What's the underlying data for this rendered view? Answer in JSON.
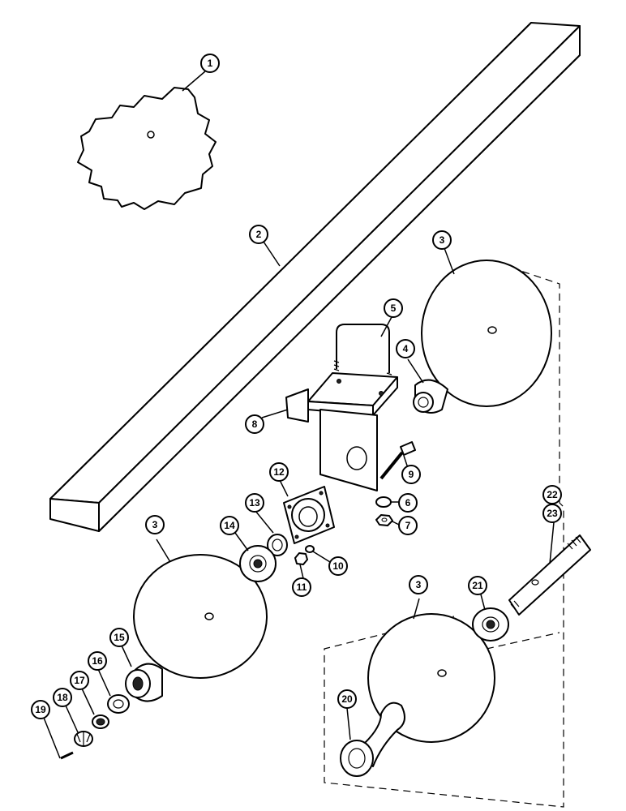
{
  "callouts": [
    {
      "id": "c1",
      "label": "1"
    },
    {
      "id": "c2",
      "label": "2"
    },
    {
      "id": "c3a",
      "label": "3"
    },
    {
      "id": "c3b",
      "label": "3"
    },
    {
      "id": "c3c",
      "label": "3"
    },
    {
      "id": "c4",
      "label": "4"
    },
    {
      "id": "c5",
      "label": "5"
    },
    {
      "id": "c6",
      "label": "6"
    },
    {
      "id": "c7",
      "label": "7"
    },
    {
      "id": "c8",
      "label": "8"
    },
    {
      "id": "c9",
      "label": "9"
    },
    {
      "id": "c10",
      "label": "10"
    },
    {
      "id": "c11",
      "label": "11"
    },
    {
      "id": "c12",
      "label": "12"
    },
    {
      "id": "c13",
      "label": "13"
    },
    {
      "id": "c14",
      "label": "14"
    },
    {
      "id": "c15",
      "label": "15"
    },
    {
      "id": "c16",
      "label": "16"
    },
    {
      "id": "c17",
      "label": "17"
    },
    {
      "id": "c18",
      "label": "18"
    },
    {
      "id": "c19",
      "label": "19"
    },
    {
      "id": "c20",
      "label": "20"
    },
    {
      "id": "c21",
      "label": "21"
    },
    {
      "id": "c22",
      "label": "22"
    },
    {
      "id": "c23",
      "label": "23"
    }
  ]
}
